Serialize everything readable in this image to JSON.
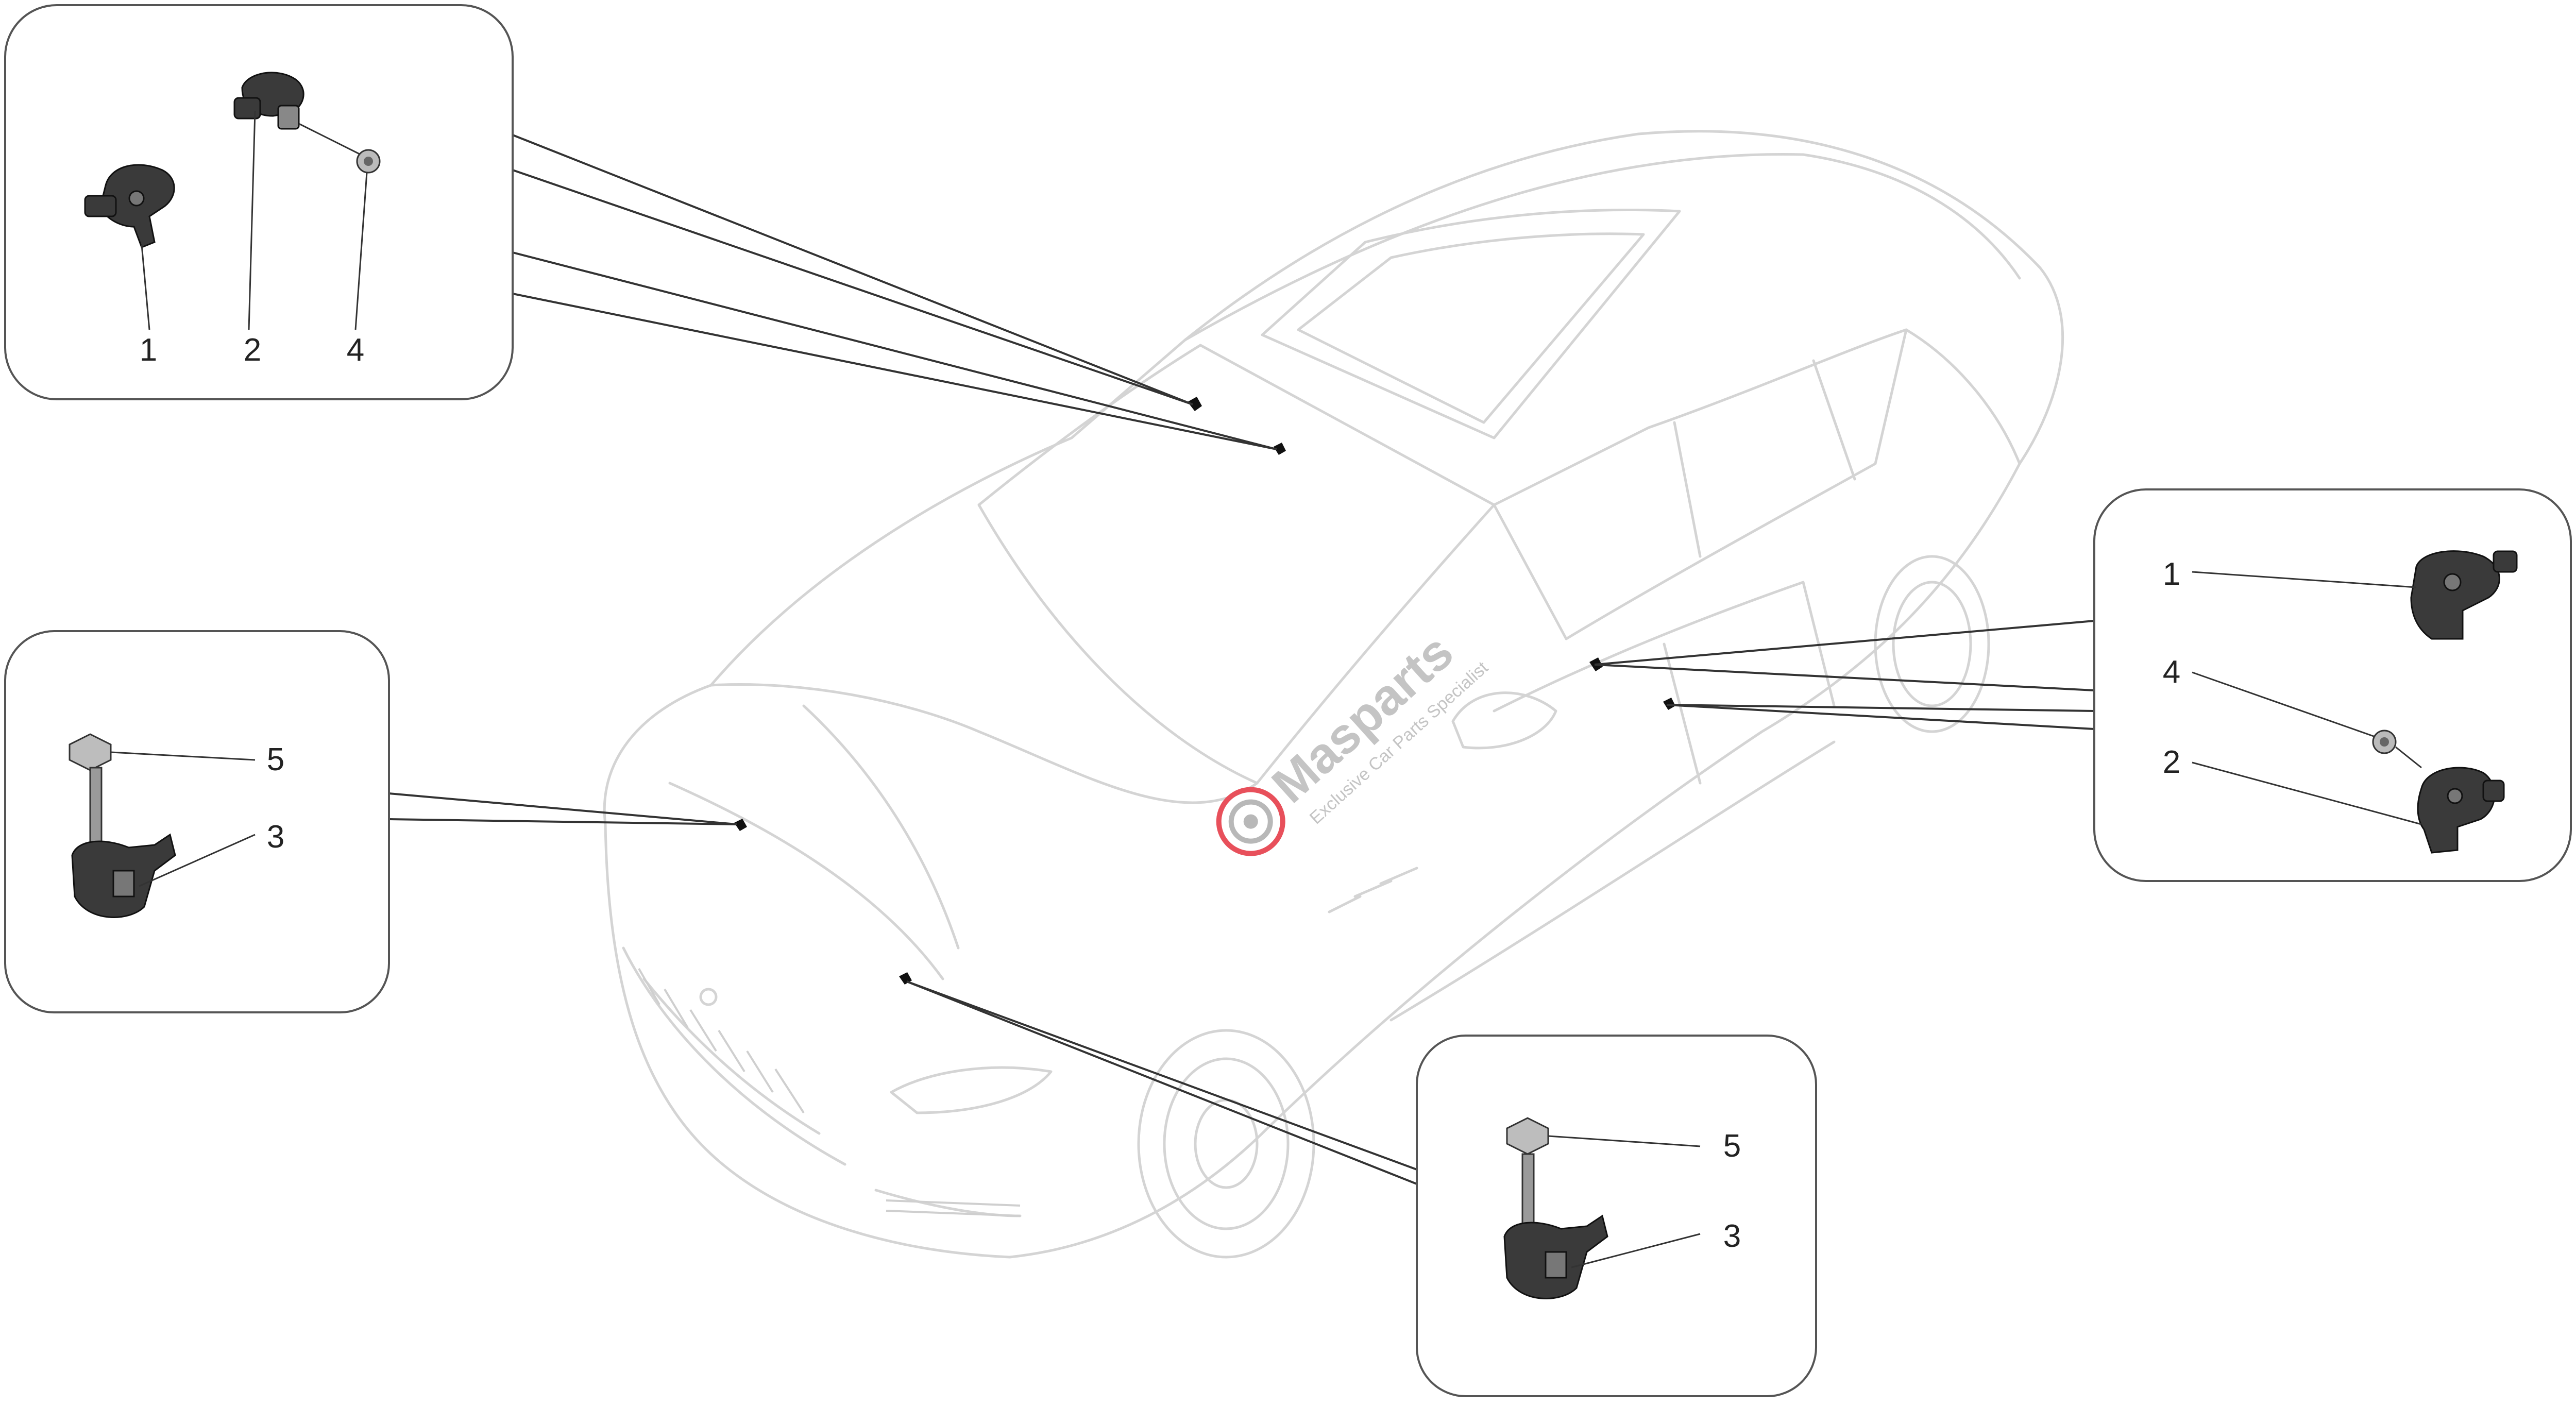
{
  "callouts": {
    "top_left": [
      "1",
      "2",
      "4"
    ],
    "right": [
      "1",
      "4",
      "2"
    ],
    "left": [
      "5",
      "3"
    ],
    "bottom": [
      "5",
      "3"
    ]
  },
  "watermark": {
    "brand": "Masparts",
    "tagline": "Exclusive Car Parts Specialist"
  },
  "colors": {
    "panel_border": "#555555",
    "car_outline": "#d4d4d4",
    "leader_line": "#333333",
    "part_fill": "#3a3a3a",
    "watermark_red": "#e8505b",
    "watermark_gray": "#b8b8b8"
  }
}
